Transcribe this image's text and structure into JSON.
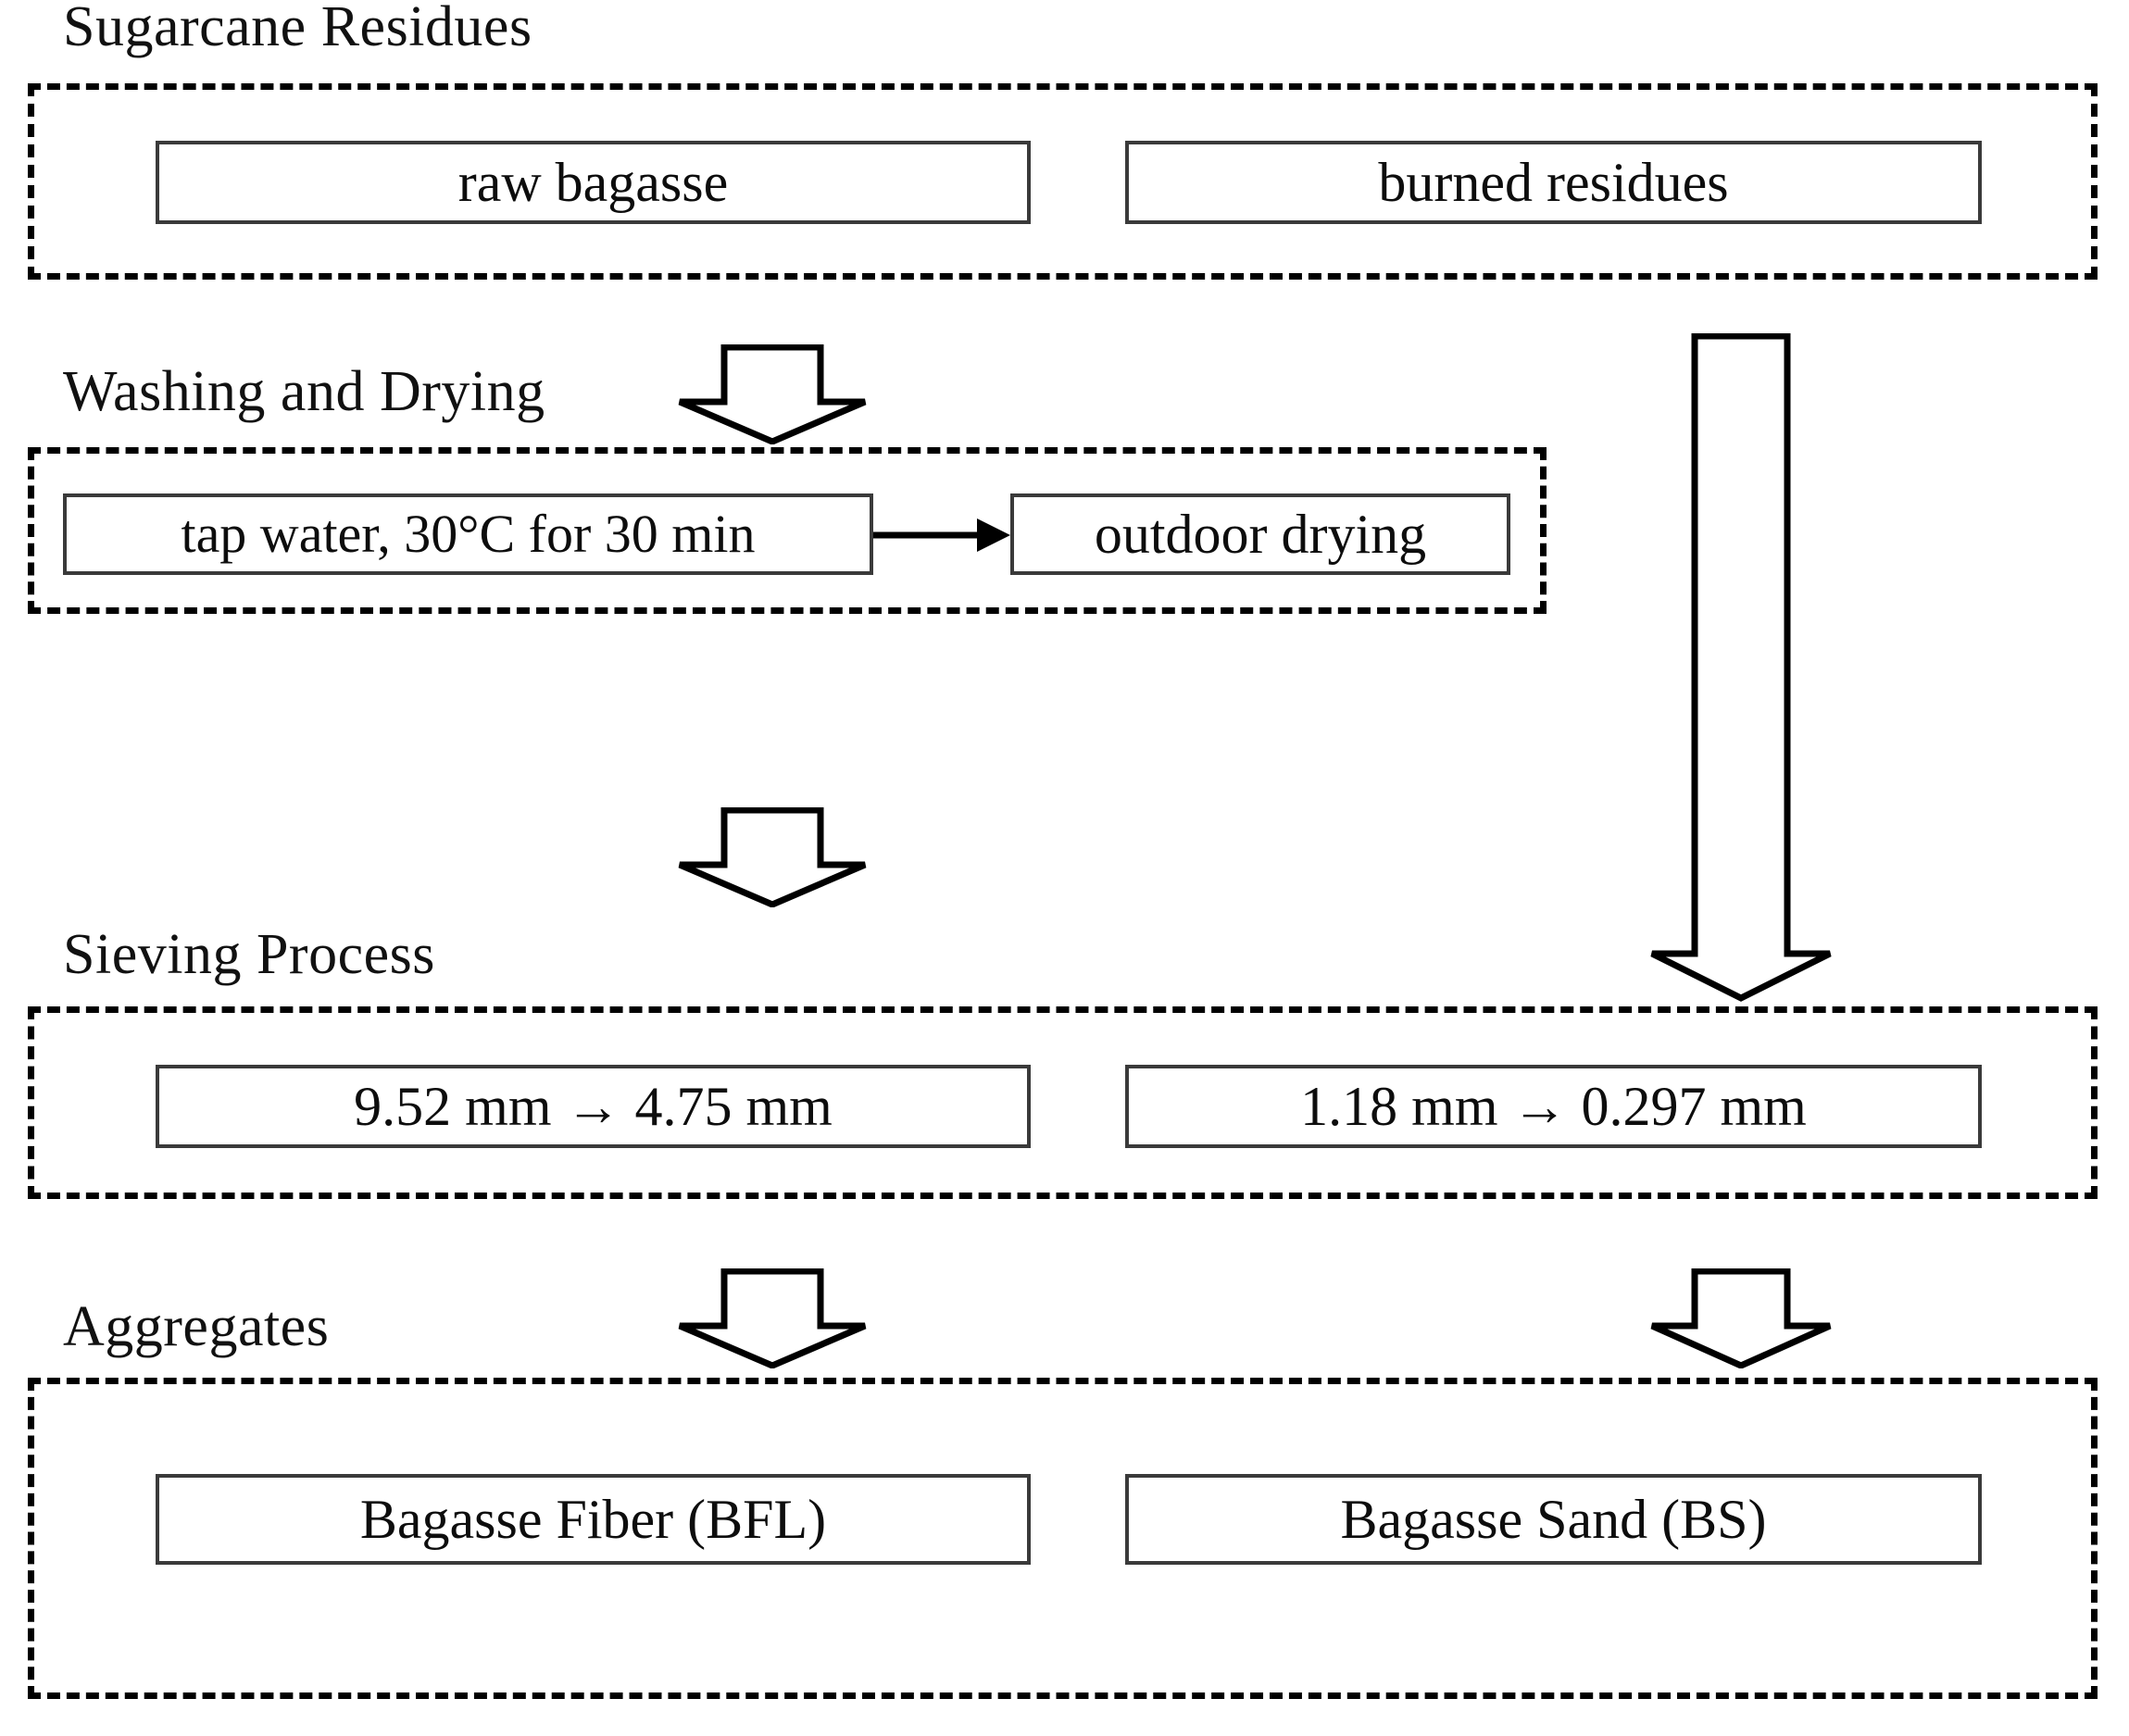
{
  "figure": {
    "title": "Sugarcane residues processing flowchart",
    "line_color": "#000000",
    "box_border_color": "#3a3a3a",
    "background": "#ffffff"
  },
  "stages": [
    {
      "id": "sugarcane-residues",
      "label": "Sugarcane Residues",
      "items": [
        {
          "id": "raw-bagasse",
          "label": "raw bagasse"
        },
        {
          "id": "burned-residues",
          "label": "burned residues"
        }
      ]
    },
    {
      "id": "washing-and-drying",
      "label": "Washing and Drying",
      "items": [
        {
          "id": "tap-water",
          "label": "tap water, 30°C for 30 min"
        },
        {
          "id": "outdoor-drying",
          "label": "outdoor drying"
        }
      ]
    },
    {
      "id": "sieving-process",
      "label": "Sieving Process",
      "items": [
        {
          "id": "sieve-coarse",
          "label": "9.52 mm → 4.75 mm"
        },
        {
          "id": "sieve-fine",
          "label": "1.18 mm → 0.297 mm"
        }
      ]
    },
    {
      "id": "aggregates",
      "label": "Aggregates",
      "items": [
        {
          "id": "bagasse-fiber",
          "label": "Bagasse Fiber (BFL)"
        },
        {
          "id": "bagasse-sand",
          "label": "Bagasse Sand (BS)"
        }
      ]
    }
  ],
  "flow": {
    "arrows": [
      {
        "id": "raw-bagasse-to-washing",
        "kind": "block-down-arrow"
      },
      {
        "id": "burned-residues-to-sieving",
        "kind": "block-down-arrow-long"
      },
      {
        "id": "washing-to-sieving",
        "kind": "block-down-arrow"
      },
      {
        "id": "sieve-coarse-to-fiber",
        "kind": "block-down-arrow"
      },
      {
        "id": "sieve-fine-to-sand",
        "kind": "block-down-arrow"
      },
      {
        "id": "tap-water-to-outdoor-drying",
        "kind": "line-arrow-right"
      }
    ]
  }
}
